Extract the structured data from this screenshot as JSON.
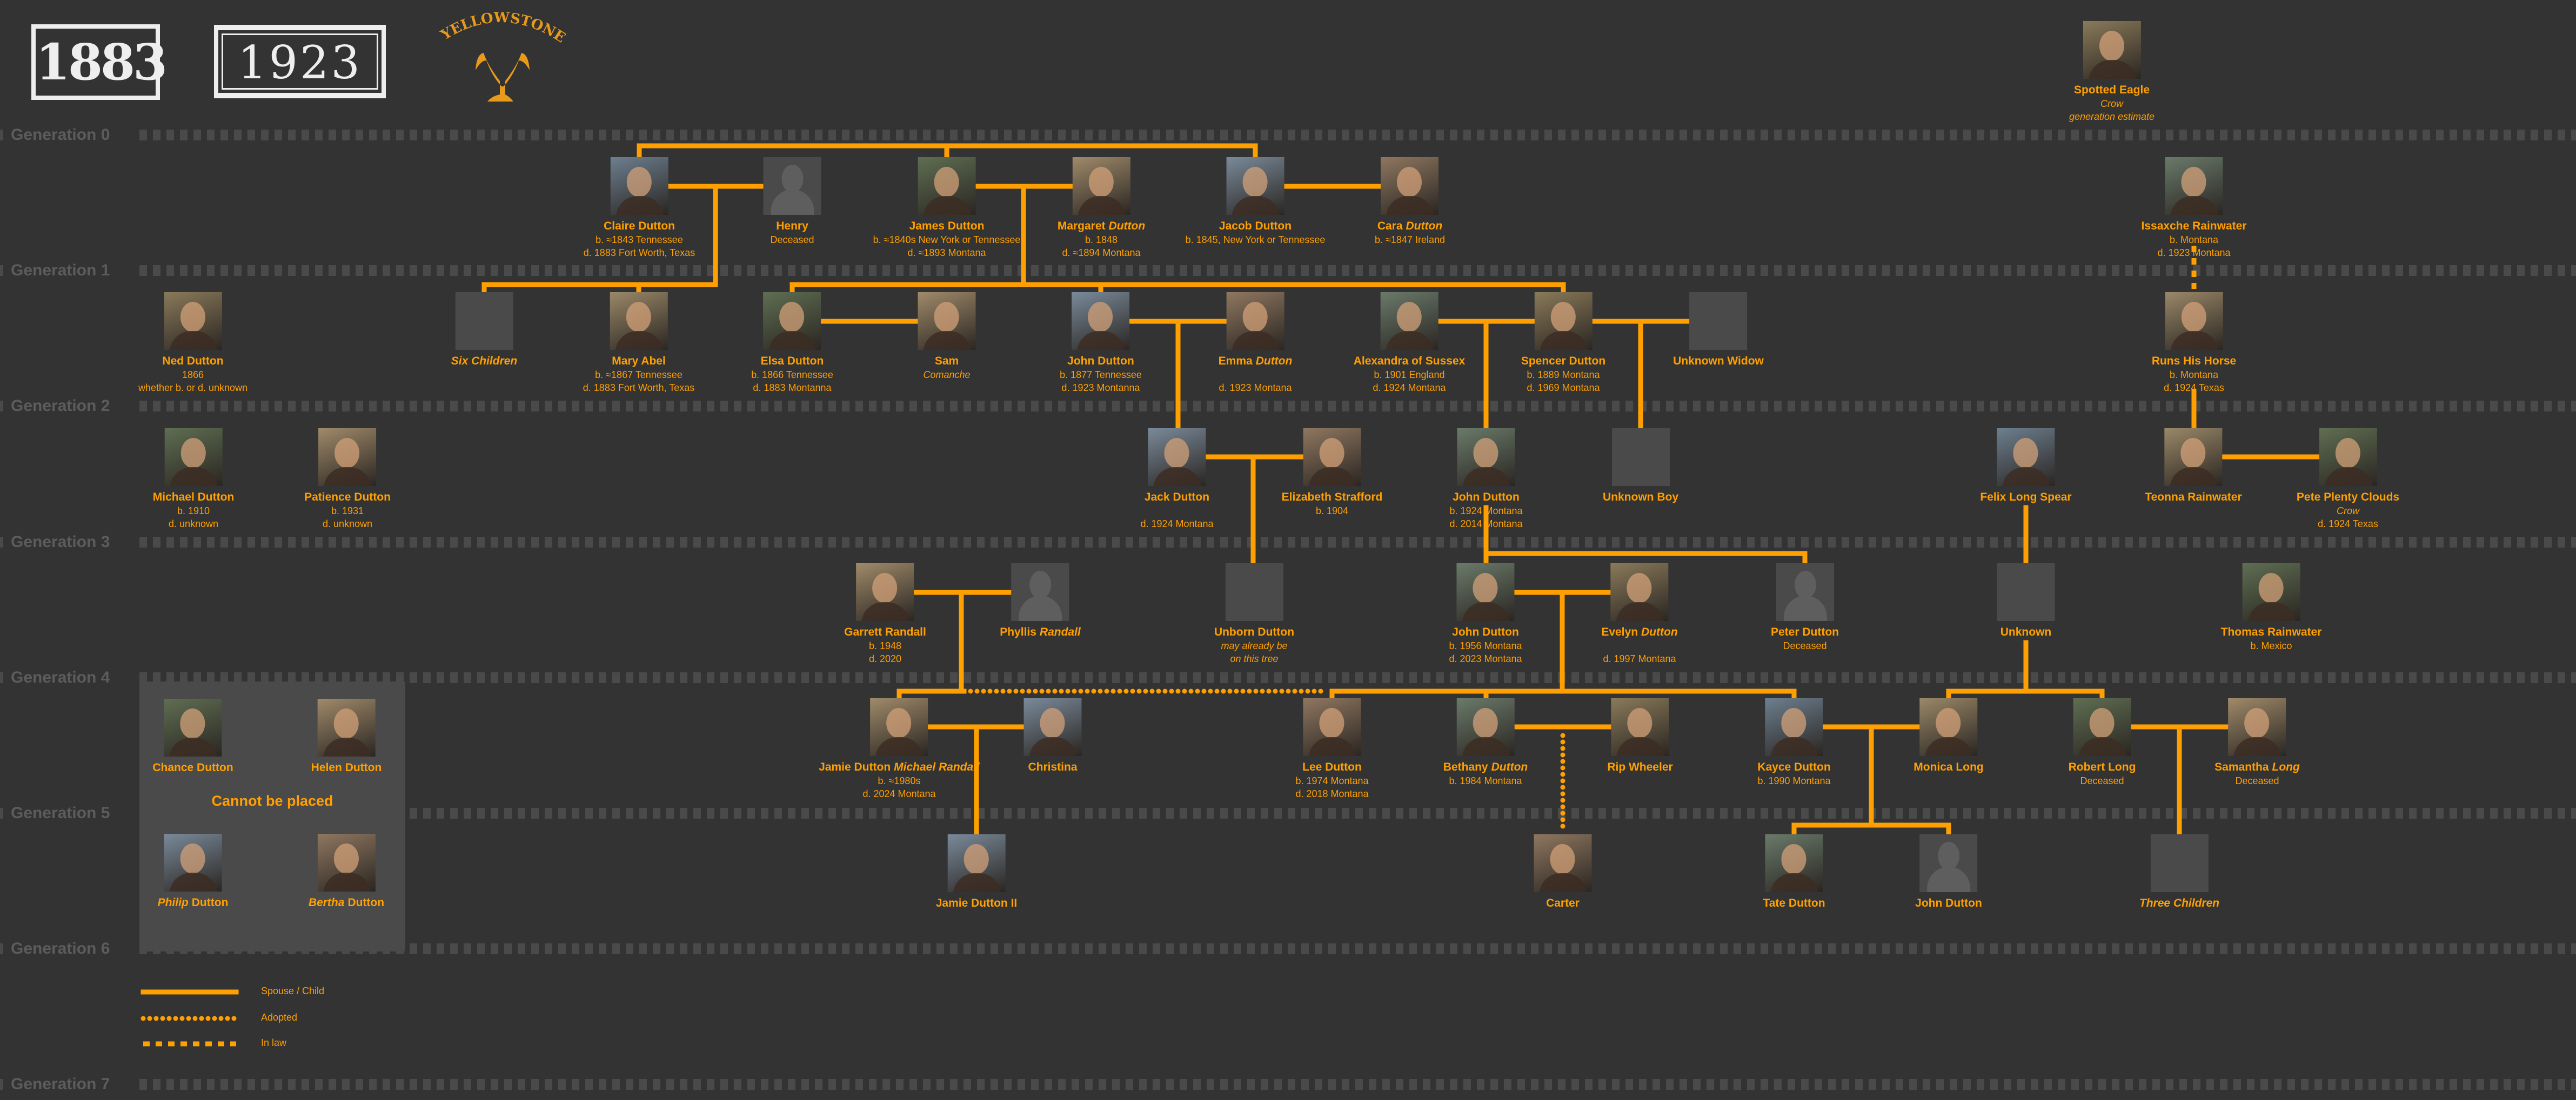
{
  "logos": {
    "show_1883": "1883",
    "show_1923": "1923",
    "show_yellowstone": "YELLOWSTONE"
  },
  "generations": [
    "Generation 0",
    "Generation 1",
    "Generation 2",
    "Generation 3",
    "Generation 4",
    "Generation 5",
    "Generation 6",
    "Generation 7"
  ],
  "colors": {
    "accent": "#ffa000",
    "background": "#333333",
    "band": "#4a4a4a",
    "label": "#5c5c5c"
  },
  "people": [
    {
      "name": "Spotted Eagle",
      "notes": [
        "Crow",
        "generation estimate"
      ],
      "lines": [],
      "photo": "photo"
    },
    {
      "name": "Claire Dutton",
      "lines": [
        "b. ≈1843 Tennessee",
        "d. 1883 Fort Worth, Texas"
      ],
      "photo": "photo"
    },
    {
      "name": "Henry",
      "lines": [
        "Deceased"
      ],
      "photo": "silhouette"
    },
    {
      "name": "James Dutton",
      "lines": [
        "b. ≈1840s New York or Tennessee",
        "d. ≈1893 Montana"
      ],
      "photo": "photo"
    },
    {
      "name": "Margaret",
      "em": "Dutton",
      "lines": [
        "b. 1848",
        "d. ≈1894 Montana"
      ],
      "photo": "photo"
    },
    {
      "name": "Jacob Dutton",
      "lines": [
        "b. 1845, New York or Tennessee"
      ],
      "photo": "photo"
    },
    {
      "name": "Cara",
      "em": "Dutton",
      "lines": [
        "b. ≈1847 Ireland"
      ],
      "photo": "photo"
    },
    {
      "name": "Issaxche Rainwater",
      "lines": [
        "b. Montana",
        "d. 1923 Montana"
      ],
      "photo": "photo"
    },
    {
      "name": "Ned Dutton",
      "lines": [
        "1866",
        "whether b. or d. unknown"
      ],
      "photo": "photo"
    },
    {
      "name": "",
      "em": "Six Children",
      "lines": [],
      "photo": "blank"
    },
    {
      "name": "Mary Abel",
      "lines": [
        "b. ≈1867 Tennessee",
        "d. 1883 Fort Worth, Texas"
      ],
      "photo": "photo"
    },
    {
      "name": "Elsa Dutton",
      "lines": [
        "b. 1866 Tennessee",
        "d. 1883 Montanna"
      ],
      "photo": "photo"
    },
    {
      "name": "Sam",
      "notes": [
        "Comanche"
      ],
      "lines": [],
      "photo": "photo"
    },
    {
      "name": "John Dutton",
      "lines": [
        "b. 1877 Tennessee",
        "d. 1923 Montanna"
      ],
      "photo": "photo"
    },
    {
      "name": "Emma",
      "em": "Dutton",
      "lines": [
        "",
        "d. 1923 Montana"
      ],
      "photo": "photo"
    },
    {
      "name": "Alexandra of Sussex",
      "lines": [
        "b. 1901 England",
        "d. 1924 Montana"
      ],
      "photo": "photo"
    },
    {
      "name": "Spencer Dutton",
      "lines": [
        "b. 1889 Montana",
        "d. 1969 Montana"
      ],
      "photo": "photo"
    },
    {
      "name": "Unknown Widow",
      "lines": [],
      "photo": "blank"
    },
    {
      "name": "Runs His Horse",
      "lines": [
        "b. Montana",
        "d. 1924 Texas"
      ],
      "photo": "photo"
    },
    {
      "name": "Michael Dutton",
      "lines": [
        "b. 1910",
        "d. unknown"
      ],
      "photo": "photo"
    },
    {
      "name": "Patience Dutton",
      "lines": [
        "b. 1931",
        "d. unknown"
      ],
      "photo": "photo"
    },
    {
      "name": "Jack Dutton",
      "lines": [
        "",
        "d. 1924 Montana"
      ],
      "photo": "photo"
    },
    {
      "name": "Elizabeth Strafford",
      "lines": [
        "b. 1904"
      ],
      "photo": "photo"
    },
    {
      "name": "John Dutton",
      "lines": [
        "b. 1924 Montana",
        "d. 2014 Montana"
      ],
      "photo": "photo"
    },
    {
      "name": "Unknown Boy",
      "lines": [],
      "photo": "blank"
    },
    {
      "name": "Felix Long Spear",
      "lines": [],
      "photo": "photo"
    },
    {
      "name": "Teonna Rainwater",
      "lines": [],
      "photo": "photo"
    },
    {
      "name": "Pete Plenty Clouds",
      "notes": [
        "Crow"
      ],
      "lines": [
        "d. 1924 Texas"
      ],
      "photo": "photo"
    },
    {
      "name": "Garrett Randall",
      "lines": [
        "b. 1948",
        "d. 2020"
      ],
      "photo": "photo"
    },
    {
      "name": "Phyllis",
      "em": "Randall",
      "lines": [],
      "photo": "silhouette"
    },
    {
      "name": "Unborn Dutton",
      "notes": [
        "may already be",
        "on this tree"
      ],
      "lines": [],
      "photo": "blank"
    },
    {
      "name": "John Dutton",
      "lines": [
        "b. 1956 Montana",
        "d. 2023 Montana"
      ],
      "photo": "photo"
    },
    {
      "name": "Evelyn",
      "em": "Dutton",
      "lines": [
        "",
        "d. 1997 Montana"
      ],
      "photo": "photo"
    },
    {
      "name": "Peter Dutton",
      "lines": [
        "Deceased"
      ],
      "photo": "silhouette"
    },
    {
      "name": "Unknown",
      "lines": [],
      "photo": "blank"
    },
    {
      "name": "Thomas Rainwater",
      "lines": [
        "b. Mexico"
      ],
      "photo": "photo"
    },
    {
      "name": "Jamie Dutton",
      "em": "Michael Randall",
      "lines": [
        "b. ≈1980s",
        "d. 2024 Montana"
      ],
      "photo": "photo"
    },
    {
      "name": "Christina",
      "lines": [],
      "photo": "photo"
    },
    {
      "name": "Lee Dutton",
      "lines": [
        "b. 1974 Montana",
        "d. 2018 Montana"
      ],
      "photo": "photo"
    },
    {
      "name": "Bethany",
      "em": "Dutton",
      "lines": [
        "b. 1984 Montana"
      ],
      "photo": "photo"
    },
    {
      "name": "Rip Wheeler",
      "lines": [],
      "photo": "photo"
    },
    {
      "name": "Kayce Dutton",
      "lines": [
        "b. 1990 Montana"
      ],
      "photo": "photo"
    },
    {
      "name": "Monica Long",
      "lines": [],
      "photo": "photo"
    },
    {
      "name": "Robert Long",
      "lines": [
        "Deceased"
      ],
      "photo": "photo"
    },
    {
      "name": "Samantha",
      "em": "Long",
      "lines": [
        "Deceased"
      ],
      "photo": "photo"
    },
    {
      "name": "Jamie Dutton II",
      "lines": [],
      "photo": "photo"
    },
    {
      "name": "Carter",
      "lines": [],
      "photo": "photo"
    },
    {
      "name": "Tate Dutton",
      "lines": [],
      "photo": "photo"
    },
    {
      "name": "John Dutton",
      "lines": [],
      "photo": "silhouette"
    },
    {
      "name": "",
      "em": "Three Children",
      "lines": [],
      "photo": "blank"
    }
  ],
  "unplaced": {
    "title": "Cannot be placed",
    "people": [
      {
        "name": "Chance Dutton",
        "lines": [],
        "photo": "photo"
      },
      {
        "name": "Helen Dutton",
        "lines": [],
        "photo": "photo"
      },
      {
        "pre_em": "Philip",
        "name": "Dutton",
        "lines": [],
        "photo": "photo"
      },
      {
        "pre_em": "Bertha",
        "name": "Dutton",
        "lines": [],
        "photo": "photo"
      }
    ]
  },
  "legend": [
    {
      "label": "Spouse / Child",
      "style": "solid"
    },
    {
      "label": "Adopted",
      "style": "dotted"
    },
    {
      "label": "In law",
      "style": "dashed"
    }
  ]
}
